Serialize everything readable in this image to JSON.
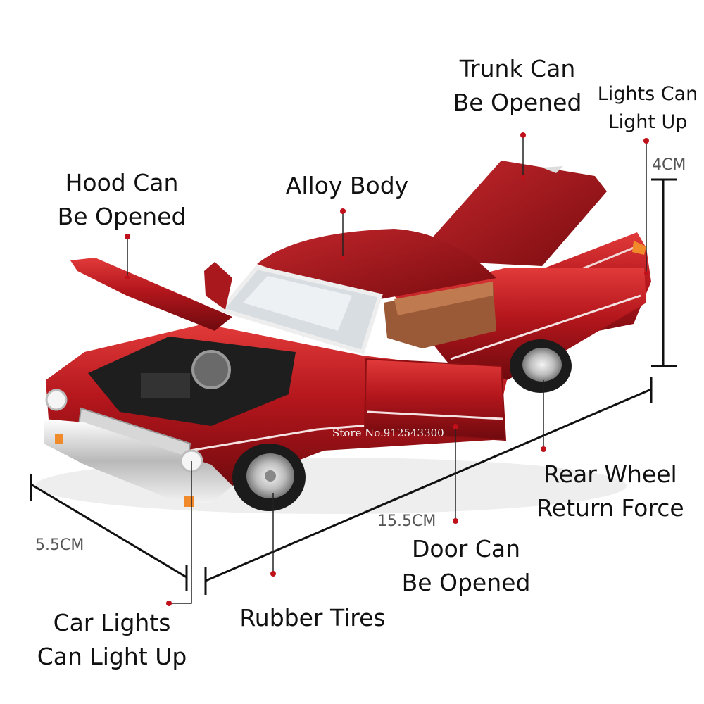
{
  "image": {
    "subject": "red vintage die-cast model car with opened hood, doors and trunk",
    "colors": {
      "background": "#ffffff",
      "car_body": "#b3161c",
      "leader_dot": "#c0101a",
      "line": "#222222"
    }
  },
  "watermark": "Store No.912543300",
  "callouts": {
    "trunk": [
      "Trunk Can",
      "Be Opened"
    ],
    "lights_rear": [
      "Lights Can",
      "Light Up"
    ],
    "hood": [
      "Hood Can",
      "Be Opened"
    ],
    "body": [
      "Alloy Body"
    ],
    "rear_wheel": [
      "Rear Wheel",
      "Return Force"
    ],
    "door": [
      "Door Can",
      "Be Opened"
    ],
    "tires": [
      "Rubber Tires"
    ],
    "car_lights": [
      "Car Lights",
      "Can Light Up"
    ]
  },
  "dimensions": {
    "height": "4CM",
    "length": "15.5CM",
    "width": "5.5CM"
  }
}
